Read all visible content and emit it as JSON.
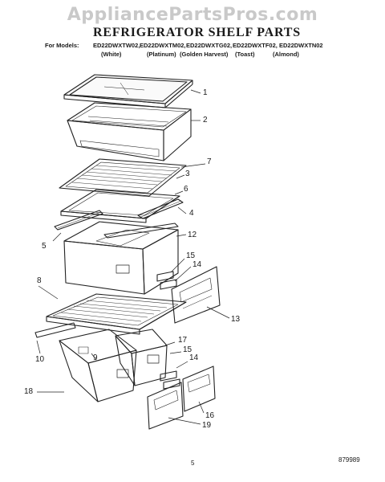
{
  "watermark": "AppliancePartsPros.com",
  "title": "REFRIGERATOR SHELF PARTS",
  "models": {
    "prefix": "For Models:",
    "items": [
      {
        "model": "ED22DWXTW02,",
        "color": "(White)"
      },
      {
        "model": "ED22DWXTM02,",
        "color": "(Platinum)"
      },
      {
        "model": "ED22DWXTG02,",
        "color": "(Golden Harvest)"
      },
      {
        "model": "ED22DWXTF02,",
        "color": "(Toast)"
      },
      {
        "model": "ED22DWXTN02",
        "color": "(Almond)"
      }
    ]
  },
  "callouts": [
    "1",
    "2",
    "7",
    "3",
    "6",
    "4",
    "5",
    "12",
    "15",
    "14",
    "8",
    "13",
    "10",
    "9",
    "17",
    "15",
    "14",
    "18",
    "16",
    "19"
  ],
  "footer": {
    "page": "5",
    "code": "879989"
  }
}
